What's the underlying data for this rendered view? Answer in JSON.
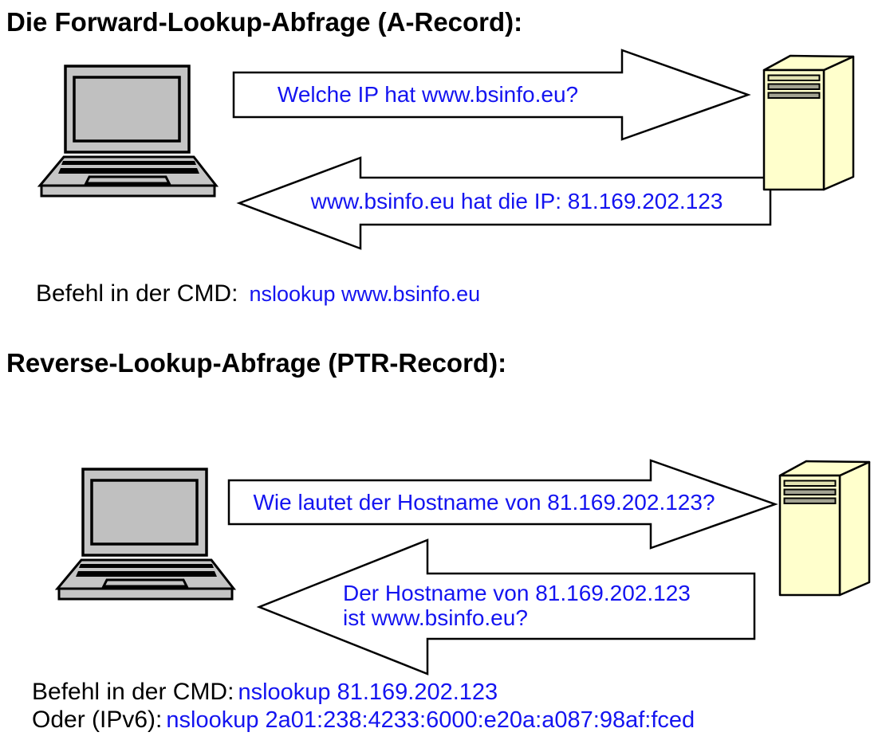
{
  "colors": {
    "text_blue": "#1414f0",
    "text_black": "#000000",
    "laptop_gray": "#c5c5c5",
    "screen_gray": "#c0c0c0",
    "server_yellow": "#ffffcc",
    "arrow_fill": "#ffffff"
  },
  "section_forward": {
    "title": "Die Forward-Lookup-Abfrage (A-Record):",
    "request_arrow": {
      "direction": "right",
      "label": "Welche IP hat www.bsinfo.eu?"
    },
    "response_arrow": {
      "direction": "left",
      "label": "www.bsinfo.eu hat die IP: 81.169.202.123"
    },
    "command_label": "Befehl in der CMD:",
    "command": "nslookup www.bsinfo.eu"
  },
  "section_reverse": {
    "title": "Reverse-Lookup-Abfrage (PTR-Record):",
    "request_arrow": {
      "direction": "right",
      "label": "Wie lautet der Hostname von 81.169.202.123?"
    },
    "response_arrow": {
      "direction": "left",
      "label_line1": "Der Hostname von 81.169.202.123",
      "label_line2": "ist www.bsinfo.eu?"
    },
    "command_label": "Befehl in der CMD:",
    "command": "nslookup 81.169.202.123",
    "ipv6_label": "Oder (IPv6):",
    "ipv6_command": "nslookup 2a01:238:4233:6000:e20a:a087:98af:fced"
  }
}
